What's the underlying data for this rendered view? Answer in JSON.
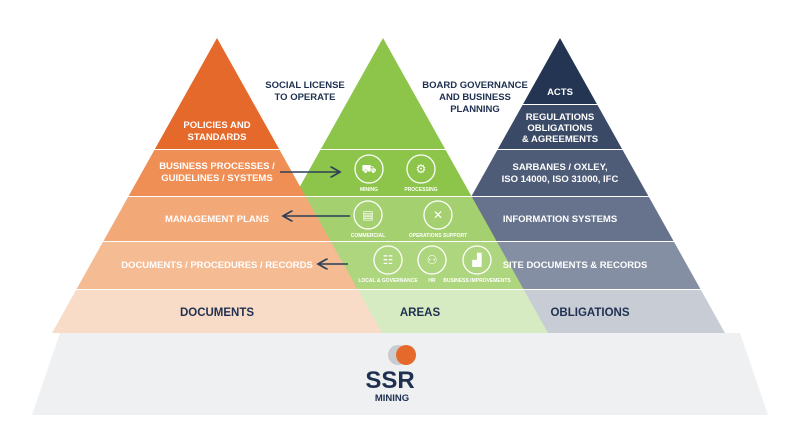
{
  "documents_pyramid": {
    "levels": [
      {
        "lines": [
          "POLICIES AND",
          "STANDARDS"
        ]
      },
      {
        "lines": [
          "BUSINESS PROCESSES /",
          "GUIDELINES / SYSTEMS"
        ]
      },
      {
        "lines": [
          "MANAGEMENT PLANS"
        ]
      },
      {
        "lines": [
          "DOCUMENTS / PROCEDURES / RECORDS"
        ]
      }
    ],
    "base_label": "DOCUMENTS"
  },
  "areas_pyramid": {
    "left_caption": [
      "SOCIAL LICENSE",
      "TO OPERATE"
    ],
    "right_caption": [
      "BOARD GOVERNANCE",
      "AND BUSINESS",
      "PLANNING"
    ],
    "icons": [
      {
        "label": "MINING",
        "icon": "mining-truck-icon"
      },
      {
        "label": "PROCESSING",
        "icon": "processing-plant-icon"
      },
      {
        "label": "COMMERCIAL",
        "icon": "commercial-documents-icon"
      },
      {
        "label": "OPERATIONS SUPPORT",
        "icon": "tools-icon"
      },
      {
        "label": "LOCAL & GOVERNANCE",
        "icon": "governance-icon"
      },
      {
        "label": "HR",
        "icon": "people-icon"
      },
      {
        "label": "BUSINESS IMPROVEMENTS",
        "icon": "growth-chart-icon"
      }
    ],
    "base_label": "AREAS"
  },
  "obligations_pyramid": {
    "levels": [
      {
        "lines": [
          "ACTS"
        ]
      },
      {
        "lines": [
          "REGULATIONS",
          "OBLIGATIONS",
          "& AGREEMENTS"
        ]
      },
      {
        "lines": [
          "SARBANES / OXLEY,",
          "ISO 14000, ISO 31000, IFC"
        ]
      },
      {
        "lines": [
          "INFORMATION SYSTEMS"
        ]
      },
      {
        "lines": [
          "SITE DOCUMENTS & RECORDS"
        ]
      }
    ],
    "base_label": "OBLIGATIONS"
  },
  "logo": {
    "name": "SSR",
    "sub": "MINING"
  },
  "colors": {
    "orange": [
      "#e5692a",
      "#ef8f55",
      "#f3a878",
      "#f5bb93",
      "#f9dcc8"
    ],
    "green": [
      "#8cc54a",
      "#a4d06f",
      "#aed67e",
      "#b6da8a",
      "#d7ebc2"
    ],
    "navy": [
      "#233552",
      "#3a4a66",
      "#4e5c77",
      "#67738c",
      "#858fa4",
      "#c8ccd5"
    ],
    "base": "#eef0f2"
  }
}
